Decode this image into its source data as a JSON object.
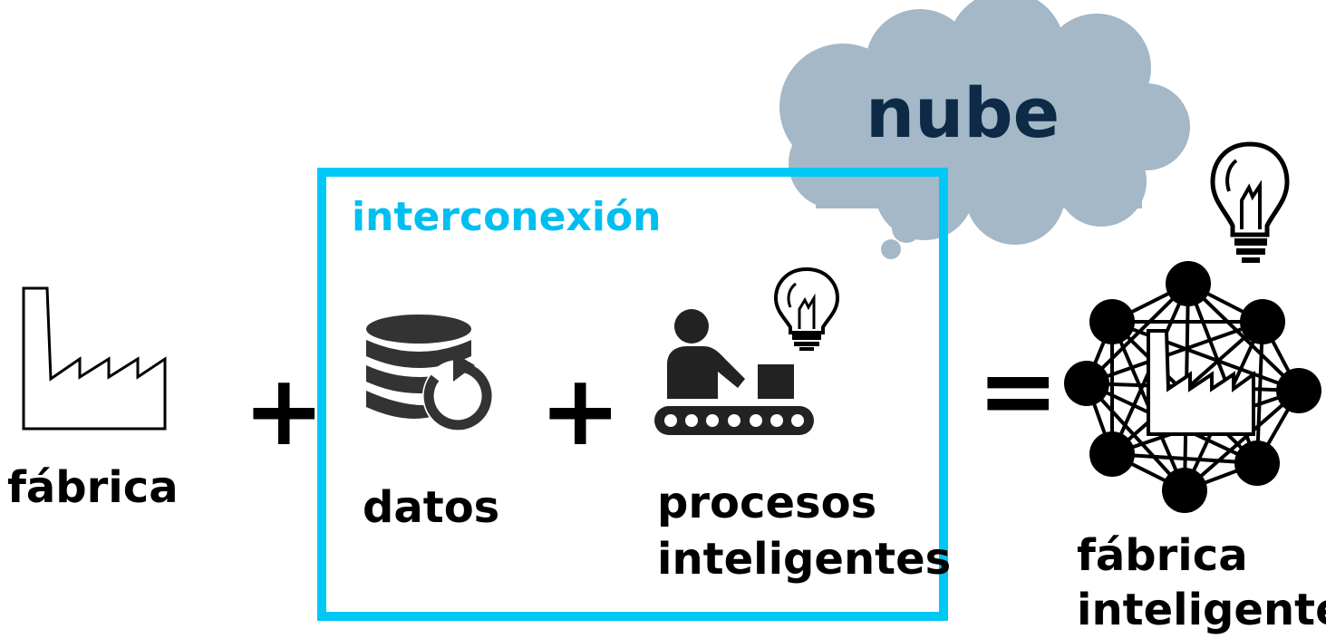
{
  "colors": {
    "interconnect_border": "#00c8f5",
    "interconnect_text": "#00bff0",
    "cloud_fill": "#a4b8c7",
    "cloud_text": "#0d2a47",
    "ink": "#000000"
  },
  "icons": {
    "factory": "factory-outline-icon",
    "database": "database-refresh-icon",
    "worker": "conveyor-worker-icon",
    "bulb": "lightbulb-icon",
    "network": "network-factory-icon"
  },
  "factory": {
    "label": "fábrica"
  },
  "operators": {
    "plus": "+",
    "equals": "="
  },
  "interconnection": {
    "title": "interconexión",
    "data_label": "datos",
    "process_label_line1": "procesos",
    "process_label_line2": "inteligentes"
  },
  "cloud": {
    "label": "nube"
  },
  "result": {
    "label_line1": "fábrica",
    "label_line2": "inteligente"
  }
}
